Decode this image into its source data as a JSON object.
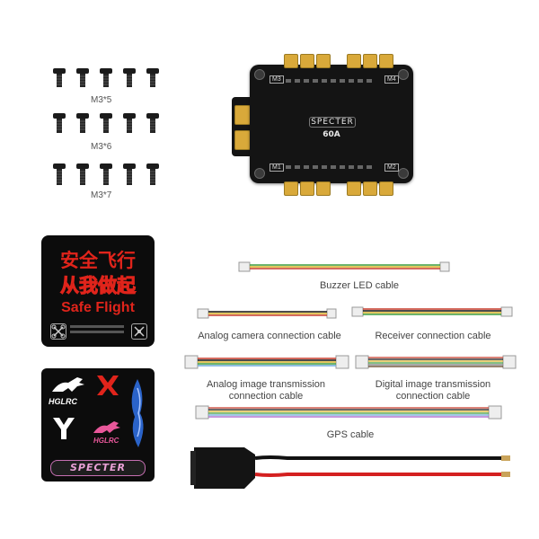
{
  "screw_labels": {
    "m3x5": "M3*5",
    "m3x6": "M3*6",
    "m3x7": "M3*7"
  },
  "esc": {
    "brand": "SPECTER",
    "rating": "60A",
    "motor_labels": [
      "M3",
      "M4",
      "M1",
      "M2"
    ]
  },
  "sticker_safe_flight": {
    "line1": "安全飞行",
    "line2": "从我做起",
    "line3": "Safe Flight"
  },
  "sticker_logos": {
    "brand1": "HGLRC",
    "brand2": "HGLRC",
    "product": "SPECTER"
  },
  "cables": {
    "buzzer": "Buzzer LED cable",
    "analog_camera": "Analog camera connection cable",
    "receiver": "Receiver connection cable",
    "analog_image_1": "Analog image transmission",
    "analog_image_2": "connection cable",
    "digital_image_1": "Digital image transmission",
    "digital_image_2": "connection cable",
    "gps": "GPS cable"
  },
  "colors": {
    "pad_gold": "#d9a93a",
    "pcb_black": "#141414",
    "sticker_red": "#e0241b",
    "wire_red": "#d42020",
    "wire_black": "#111111"
  }
}
